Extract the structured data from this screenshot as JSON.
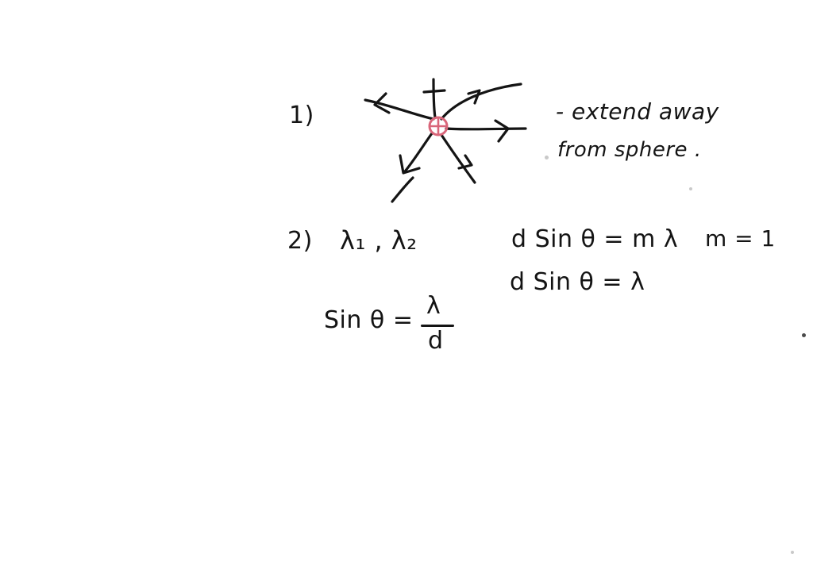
{
  "problem_1": {
    "number": "1)",
    "note_line1": "- extend away",
    "note_line2": "from sphere ."
  },
  "problem_2": {
    "number": "2)",
    "wavelengths": "λ₁ , λ₂",
    "equation_grating": "d Sin θ = m λ",
    "order": "m = 1",
    "equation_first_order": "d Sin θ = λ",
    "sin_lhs": "Sin θ =",
    "frac_numerator": "λ",
    "frac_denominator": "d"
  },
  "colors": {
    "ink": "#141414",
    "charge": "#d9667a"
  },
  "icons": {
    "charge": "positive-charge-icon"
  }
}
